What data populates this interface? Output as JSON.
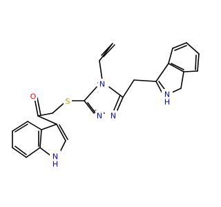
{
  "molecule": {
    "atoms": [
      {
        "label": "N",
        "color": "#0000ff"
      },
      {
        "label": "N",
        "color": "#0000ff"
      },
      {
        "label": "N",
        "color": "#0000ff"
      },
      {
        "label": "S",
        "color": "#b5a000"
      },
      {
        "label": "O",
        "color": "#ff0000"
      },
      {
        "label": "N",
        "color": "#0000ff"
      },
      {
        "label": "H",
        "color": "#0000ff"
      },
      {
        "label": "N",
        "color": "#0000ff"
      },
      {
        "label": "H",
        "color": "#0000ff"
      }
    ]
  }
}
